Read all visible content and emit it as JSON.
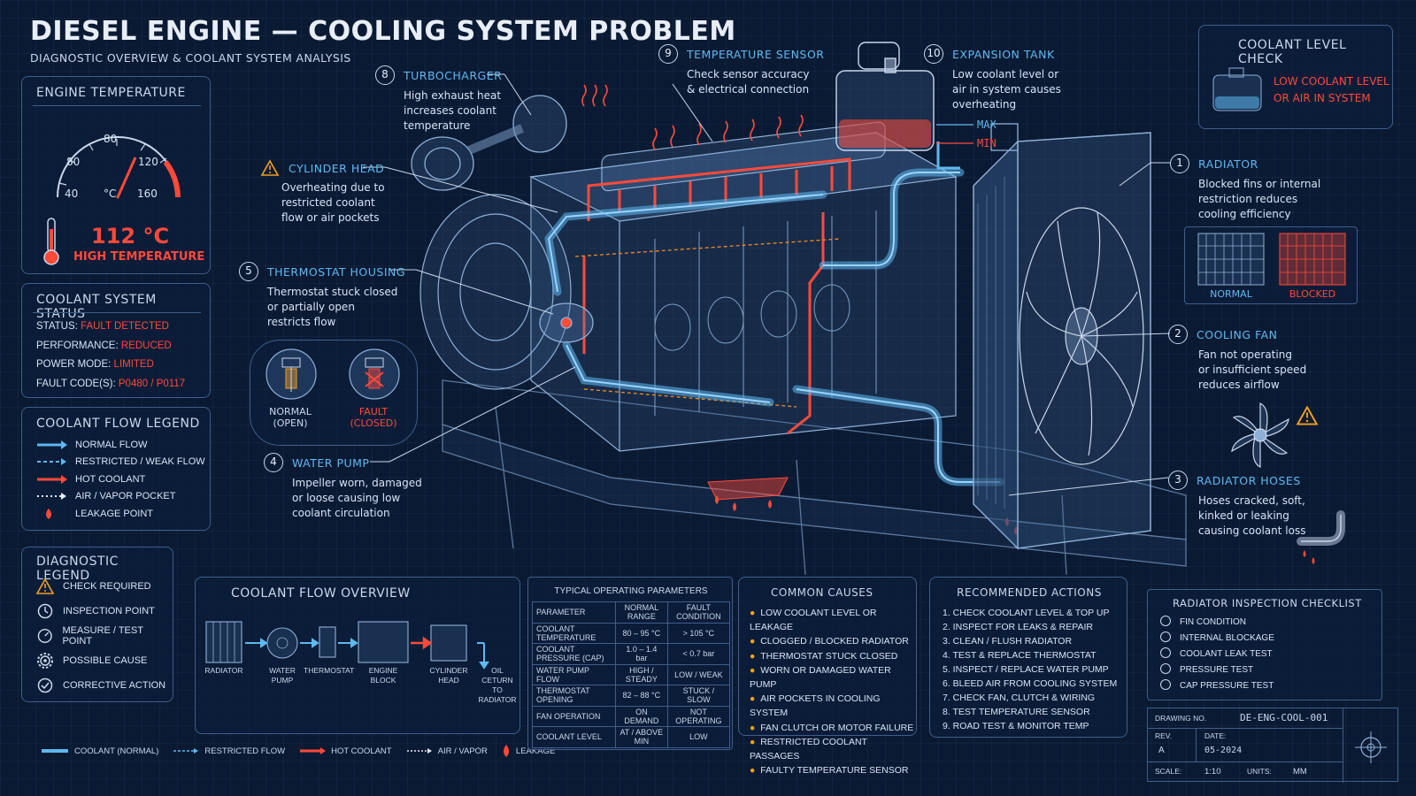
{
  "header": {
    "title": "DIESEL ENGINE — COOLING SYSTEM PROBLEM",
    "subtitle": "DIAGNOSTIC OVERVIEW & COOLANT SYSTEM ANALYSIS"
  },
  "engine_temp": {
    "title": "ENGINE TEMPERATURE",
    "ticks": [
      "40",
      "80",
      "80",
      "120",
      "160"
    ],
    "unit": "°C",
    "value": "112 °C",
    "status": "HIGH TEMPERATURE",
    "gauge_value": 112,
    "gauge_min": 40,
    "gauge_max": 160
  },
  "status_panel": {
    "title": "COOLANT SYSTEM STATUS",
    "rows": [
      {
        "label": "STATUS:",
        "value": "FAULT DETECTED"
      },
      {
        "label": "PERFORMANCE:",
        "value": "REDUCED"
      },
      {
        "label": "POWER MODE:",
        "value": "LIMITED"
      },
      {
        "label": "FAULT CODE(S):",
        "value": "P0480 / P0117"
      }
    ]
  },
  "flow_legend": {
    "title": "COOLANT FLOW LEGEND",
    "items": [
      "NORMAL FLOW",
      "RESTRICTED / WEAK FLOW",
      "HOT COOLANT",
      "AIR / VAPOR POCKET",
      "LEAKAGE POINT"
    ]
  },
  "diag_legend": {
    "title": "DIAGNOSTIC LEGEND",
    "items": [
      "CHECK REQUIRED",
      "INSPECTION POINT",
      "MEASURE / TEST POINT",
      "POSSIBLE CAUSE",
      "CORRECTIVE ACTION"
    ]
  },
  "callouts": {
    "c8": {
      "num": "8",
      "title": "TURBOCHARGER",
      "desc": [
        "High exhaust heat",
        "increases coolant",
        "temperature"
      ]
    },
    "c9": {
      "num": "9",
      "title": "TEMPERATURE SENSOR",
      "desc": [
        "Check sensor accuracy",
        "& electrical connection"
      ]
    },
    "c10": {
      "num": "10",
      "title": "EXPANSION TANK",
      "desc": [
        "Low coolant level or",
        "air in system causes",
        "overheating"
      ]
    },
    "ch": {
      "title": "CYLINDER HEAD",
      "desc": [
        "Overheating due to",
        "restricted coolant",
        "flow or air pockets"
      ]
    },
    "c5": {
      "num": "5",
      "title": "THERMOSTAT HOUSING",
      "desc": [
        "Thermostat stuck closed",
        "or partially open",
        "restricts flow"
      ]
    },
    "c4": {
      "num": "4",
      "title": "WATER PUMP",
      "desc": [
        "Impeller worn, damaged",
        "or loose causing low",
        "coolant circulation"
      ]
    },
    "c1": {
      "num": "1",
      "title": "RADIATOR",
      "desc": [
        "Blocked fins or internal",
        "restriction reduces",
        "cooling efficiency"
      ]
    },
    "c2": {
      "num": "2",
      "title": "COOLING FAN",
      "desc": [
        "Fan not operating",
        "or insufficient speed",
        "reduces airflow"
      ]
    },
    "c3": {
      "num": "3",
      "title": "RADIATOR HOSES",
      "desc": [
        "Hoses cracked, soft,",
        "kinked or leaking",
        "causing coolant loss"
      ]
    }
  },
  "thermostat": {
    "normal_1": "NORMAL",
    "normal_2": "(OPEN)",
    "fault_1": "FAULT",
    "fault_2": "(CLOSED)"
  },
  "tank_labels": {
    "max": "MAX",
    "min": "MIN"
  },
  "level_check": {
    "title": "COOLANT LEVEL CHECK",
    "line1": "LOW COOLANT LEVEL",
    "line2": "OR AIR IN SYSTEM"
  },
  "radiator_compare": {
    "normal": "NORMAL",
    "blocked": "BLOCKED"
  },
  "flow_overview": {
    "title": "COOLANT FLOW OVERVIEW",
    "steps": [
      "RADIATOR",
      "WATER PUMP",
      "THERMOSTAT",
      "ENGINE BLOCK",
      "CYLINDER HEAD",
      "OIL CETURN TO RADIATOR"
    ]
  },
  "bottom_legend": [
    "COOLANT (NORMAL)",
    "RESTRICTED FLOW",
    "HOT COOLANT",
    "AIR / VAPOR",
    "LEAKAGE"
  ],
  "params": {
    "title": "TYPICAL OPERATING PARAMETERS",
    "headers": [
      "PARAMETER",
      "NORMAL RANGE",
      "FAULT CONDITION"
    ],
    "rows": [
      [
        "COOLANT TEMPERATURE",
        "80 – 95 °C",
        "> 105 °C"
      ],
      [
        "COOLANT PRESSURE (CAP)",
        "1.0 – 1.4 bar",
        "< 0.7 bar"
      ],
      [
        "WATER PUMP FLOW",
        "HIGH / STEADY",
        "LOW / WEAK"
      ],
      [
        "THERMOSTAT OPENING",
        "82 – 88 °C",
        "STUCK / SLOW"
      ],
      [
        "FAN OPERATION",
        "ON DEMAND",
        "NOT OPERATING"
      ],
      [
        "COOLANT LEVEL",
        "AT / ABOVE MIN",
        "LOW"
      ]
    ]
  },
  "causes": {
    "title": "COMMON CAUSES",
    "items": [
      "LOW COOLANT LEVEL OR LEAKAGE",
      "CLOGGED / BLOCKED RADIATOR",
      "THERMOSTAT STUCK CLOSED",
      "WORN OR DAMAGED WATER PUMP",
      "AIR POCKETS IN COOLING SYSTEM",
      "FAN CLUTCH OR MOTOR FAILURE",
      "RESTRICTED COOLANT PASSAGES",
      "FAULTY TEMPERATURE SENSOR"
    ]
  },
  "actions": {
    "title": "RECOMMENDED ACTIONS",
    "items": [
      "1.  CHECK COOLANT LEVEL & TOP UP",
      "2.  INSPECT FOR LEAKS & REPAIR",
      "3.  CLEAN / FLUSH RADIATOR",
      "4.  TEST & REPLACE THERMOSTAT",
      "5.  INSPECT / REPLACE WATER PUMP",
      "6.  BLEED AIR FROM COOLING SYSTEM",
      "7.  CHECK FAN, CLUTCH & WIRING",
      "8.  TEST TEMPERATURE SENSOR",
      "9.  ROAD TEST & MONITOR TEMP"
    ]
  },
  "checklist": {
    "title": "RADIATOR INSPECTION CHECKLIST",
    "items": [
      "FIN CONDITION",
      "INTERNAL BLOCKAGE",
      "COOLANT LEAK TEST",
      "PRESSURE TEST",
      "CAP PRESSURE TEST"
    ]
  },
  "title_block": {
    "drawing_label": "DRAWING NO.",
    "drawing_value": "DE-ENG-COOL-001",
    "rev_label": "REV.",
    "rev_value": "A",
    "date_label": "DATE:",
    "date_value": "05-2024",
    "scale_label": "SCALE:",
    "scale_value": "1:10",
    "units_label": "UNITS:",
    "units_value": "MM"
  },
  "colors": {
    "accent": "#5fb8f0",
    "fault": "#ff4a3a",
    "warning": "#f0a020",
    "border": "#3d5e8a"
  }
}
